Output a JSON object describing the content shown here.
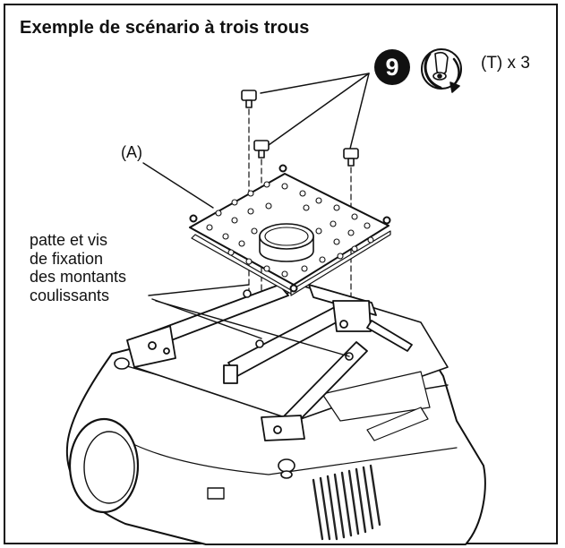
{
  "title": "Exemple de scénario à trois trous",
  "step": {
    "number": "9",
    "multiplier": "(T) x 3",
    "icon": "screwdriver-rotate-icon"
  },
  "labels": {
    "plate": "(A)",
    "callout_lines": [
      "patte et vis",
      "de fixation",
      "des montants",
      "coulissants"
    ]
  },
  "colors": {
    "line": "#111111",
    "fill": "#ffffff",
    "vent": "#222222"
  }
}
